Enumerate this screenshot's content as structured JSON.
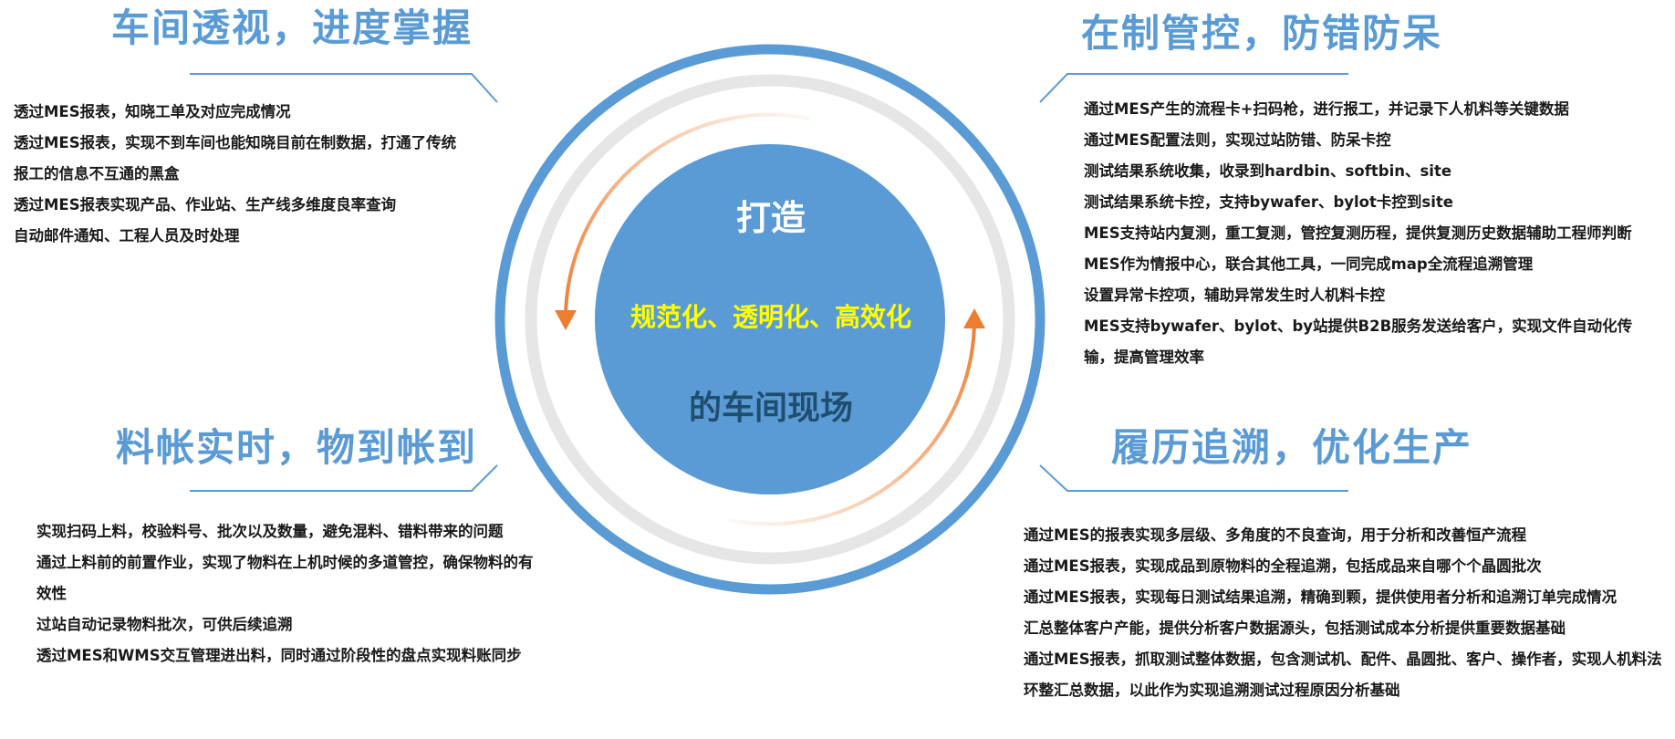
{
  "quadrants": {
    "top_left": {
      "title": "车间透视，进度掌握",
      "items": [
        "透过MES报表，知晓工单及对应完成情况",
        "透过MES报表，实现不到车间也能知晓目前在制数据，打通了传统报工的信息不互通的黑盒",
        "透过MES报表实现产品、作业站、生产线多维度良率查询",
        "自动邮件通知、工程人员及时处理"
      ]
    },
    "top_right": {
      "title": "在制管控，防错防呆",
      "items": [
        "通过MES产生的流程卡+扫码枪，进行报工，并记录下人机料等关键数据",
        "通过MES配置法则，实现过站防错、防呆卡控",
        "测试结果系统收集，收录到hardbin、softbin、site",
        "测试结果系统卡控，支持bywafer、bylot卡控到site",
        "MES支持站内复测，重工复测，管控复测历程，提供复测历史数据辅助工程师判断",
        "MES作为情报中心，联合其他工具，一同完成map全流程追溯管理",
        "设置异常卡控项，辅助异常发生时人机料卡控",
        "MES支持bywafer、bylot、by站提供B2B服务发送给客户，实现文件自动化传输，提高管理效率"
      ]
    },
    "bottom_left": {
      "title": "料帐实时，物到帐到",
      "items": [
        "实现扫码上料，校验料号、批次以及数量，避免混料、错料带来的问题",
        "通过上料前的前置作业，实现了物料在上机时候的多道管控，确保物料的有效性",
        "过站自动记录物料批次，可供后续追溯",
        "透过MES和WMS交互管理进出料，同时通过阶段性的盘点实现料账同步"
      ]
    },
    "bottom_right": {
      "title": "履历追溯，优化生产",
      "items": [
        "通过MES的报表实现多层级、多角度的不良查询，用于分析和改善恒产流程",
        "通过MES报表，实现成品到原物料的全程追溯，包括成品来自哪个个晶圆批次",
        "通过MES报表，实现每日测试结果追溯，精确到颗，提供使用者分析和追溯订单完成情况",
        "汇总整体客户产能，提供分析客户数据源头，包括测试成本分析提供重要数据基础",
        "通过MES报表，抓取测试整体数据，包含测试机、配件、晶圆批、客户、操作者，实现人机料法环整汇总数据，以此作为实现追溯测试过程原因分析基础"
      ]
    }
  },
  "center": {
    "line1": "打造",
    "line2": "规范化、透明化、高效化",
    "line3": "的车间现场"
  },
  "colors": {
    "accent_blue": "#5b9bd5",
    "ring_gray": "#e6e6e6",
    "arrow_orange": "#ed7d31",
    "highlight_yellow": "#ffff00",
    "dark_teal": "#1f4e6e"
  }
}
